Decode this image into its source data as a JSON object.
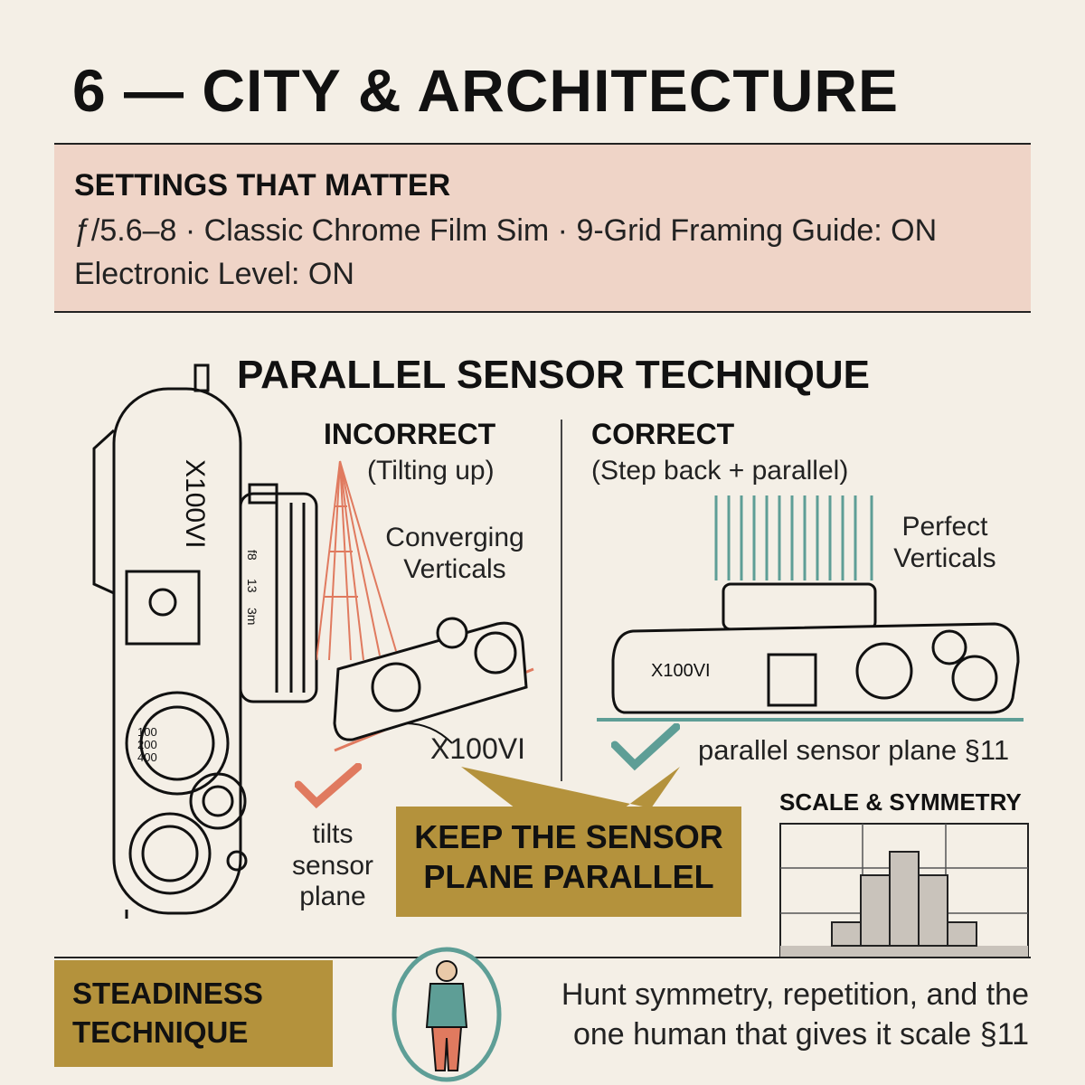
{
  "header": {
    "title": "6 — CITY & ARCHITECTURE"
  },
  "settings": {
    "heading": "SETTINGS THAT MATTER",
    "line1": "ƒ/5.6–8 · Classic Chrome Film Sim · 9-Grid Framing Guide: ON",
    "line2": "Electronic Level: ON"
  },
  "technique": {
    "title": "PARALLEL SENSOR TECHNIQUE",
    "incorrect": {
      "heading": "INCORRECT",
      "sub": "(Tilting up)",
      "converging": [
        "Converging",
        "Verticals"
      ],
      "camera_label": "X100VI",
      "tilts": [
        "tilts",
        "sensor",
        "plane"
      ]
    },
    "correct": {
      "heading": "CORRECT",
      "sub": "(Step back + parallel)",
      "perfect": [
        "Perfect",
        "Verticals"
      ],
      "parallel_note": "parallel sensor plane §11"
    },
    "callout": [
      "KEEP THE SENSOR",
      "PLANE PARALLEL"
    ]
  },
  "camera": {
    "model": "X100VI",
    "lens_marks": [
      "f8",
      "13",
      "3m"
    ],
    "iso_marks": [
      "100",
      "200",
      "400"
    ]
  },
  "scale": {
    "label": "SCALE & SYMMETRY",
    "histogram": [
      1,
      3,
      4,
      3,
      1
    ]
  },
  "steadiness": {
    "label": [
      "STEADINESS",
      "TECHNIQUE"
    ]
  },
  "bottom": {
    "text": [
      "Hunt symmetry, repetition, and the",
      "one human that gives it scale §11"
    ]
  },
  "colors": {
    "accent_gold": "#b4923c",
    "settings_bg": "#efd4c7",
    "incorrect": "#e07a5f",
    "correct": "#5e9e96"
  }
}
